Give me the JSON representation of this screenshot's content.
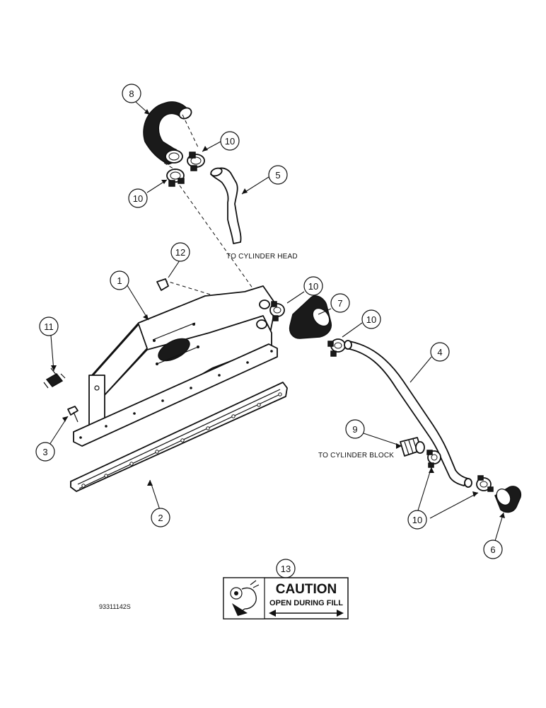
{
  "callouts": [
    {
      "id": "c1",
      "label": "1"
    },
    {
      "id": "c2",
      "label": "2"
    },
    {
      "id": "c3",
      "label": "3"
    },
    {
      "id": "c4",
      "label": "4"
    },
    {
      "id": "c5",
      "label": "5"
    },
    {
      "id": "c6",
      "label": "6"
    },
    {
      "id": "c7",
      "label": "7"
    },
    {
      "id": "c8",
      "label": "8"
    },
    {
      "id": "c9",
      "label": "9"
    },
    {
      "id": "c10a",
      "label": "10"
    },
    {
      "id": "c10b",
      "label": "10"
    },
    {
      "id": "c10c",
      "label": "10"
    },
    {
      "id": "c10d",
      "label": "10"
    },
    {
      "id": "c10e",
      "label": "10"
    },
    {
      "id": "c11",
      "label": "11"
    },
    {
      "id": "c12",
      "label": "12"
    },
    {
      "id": "c13",
      "label": "13"
    }
  ],
  "notes": {
    "to_cylinder_head": "TO CYLINDER HEAD",
    "to_cylinder_block": "TO CYLINDER BLOCK"
  },
  "figure_id": "93311142S",
  "decal": {
    "title": "CAUTION",
    "subtitle": "OPEN DURING FILL"
  }
}
